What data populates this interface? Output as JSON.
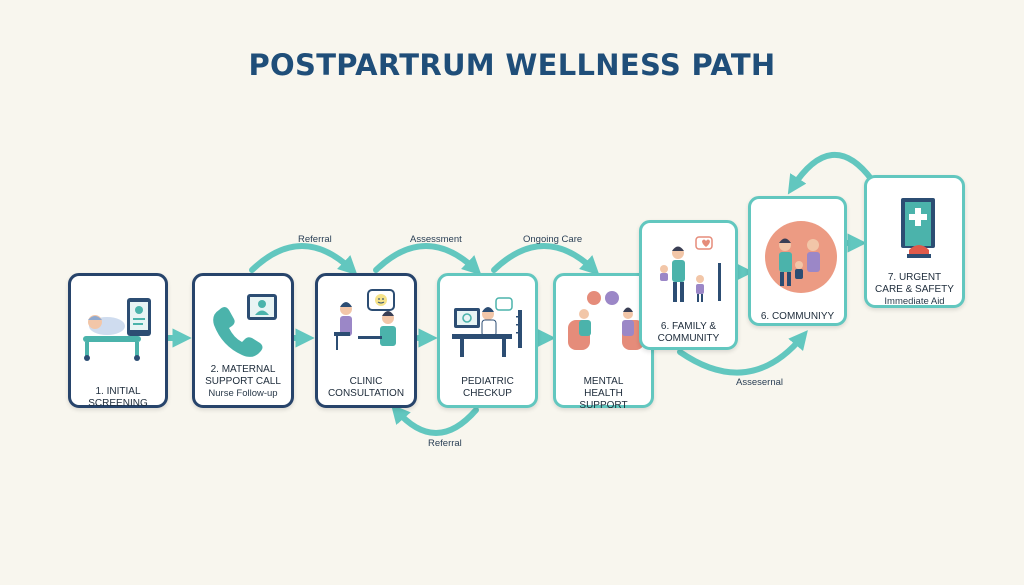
{
  "title": "POSTPARTRUM WELLNESS PATH",
  "steps": [
    {
      "label": "1. INITIAL SCREENING",
      "sub": ""
    },
    {
      "label": "2. MATERNAL\nSUPPORT CALL",
      "sub": "Nurse Follow-up"
    },
    {
      "label": "CLINIC\nCONSULTATION",
      "sub": ""
    },
    {
      "label": "PEDIATRIC\nCHECKUP",
      "sub": ""
    },
    {
      "label": "MENTAL\nHEALTH SUPPORT",
      "sub": ""
    },
    {
      "label": "6. FAMILY &\nCOMMUNITY",
      "sub": ""
    },
    {
      "label": "6. COMMUNIYY",
      "sub": ""
    },
    {
      "label": "7. URGENT\nCARE & SAFETY",
      "sub": "Immediate Aid"
    }
  ],
  "arrow_labels": {
    "top_1": "Referral",
    "top_2": "Assessment",
    "top_3": "Ongoing Care",
    "bottom_1": "Referral",
    "bottom_2": "Assesernal"
  },
  "colors": {
    "navy": "#27446b",
    "teal": "#62c7bf",
    "background": "#f8f6ee",
    "title": "#1f4e79"
  }
}
